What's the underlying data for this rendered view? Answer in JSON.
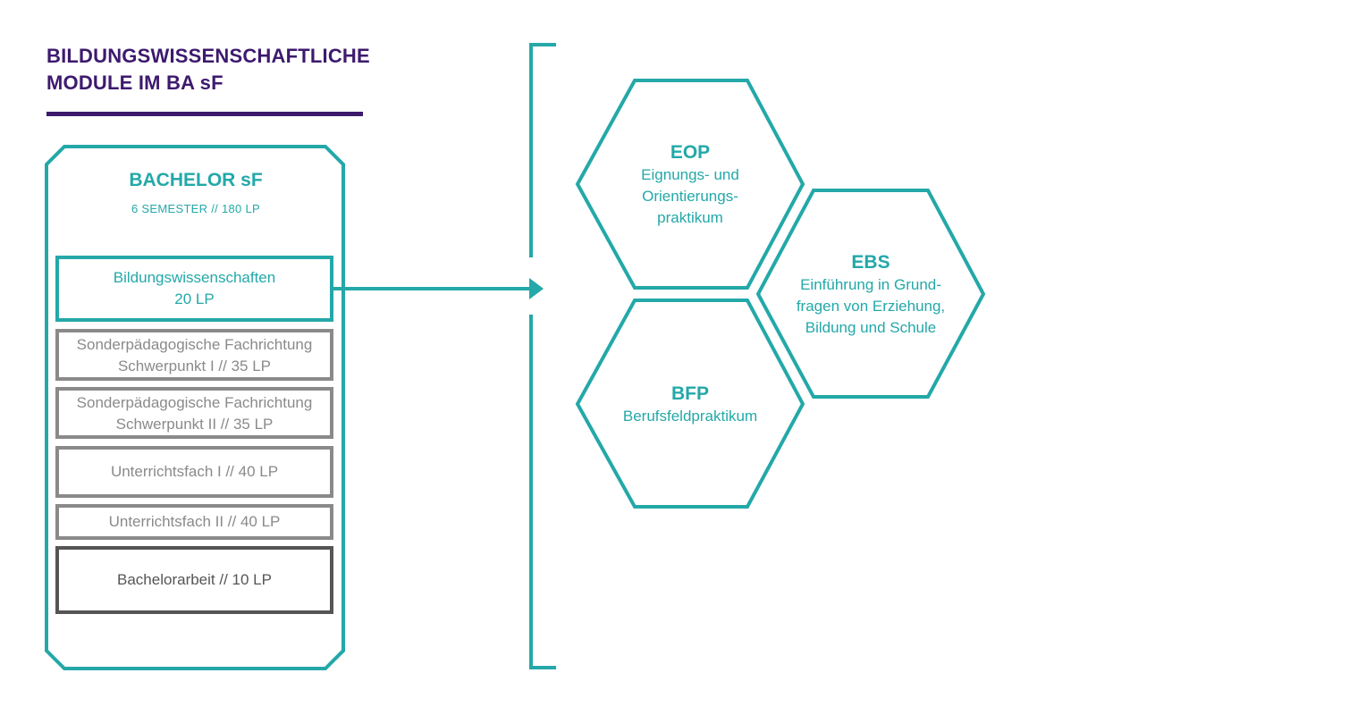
{
  "title": {
    "line1": "BILDUNGSWISSENSCHAFTLICHE",
    "line2": "MODULE IM BA sF"
  },
  "bachelor": {
    "title": "BACHELOR sF",
    "subtitle": "6 SEMESTER // 180 LP",
    "modules": [
      {
        "line1": "Bildungswissenschaften",
        "line2": "20 LP",
        "style": "highlight"
      },
      {
        "line1": "Sonderpädagogische Fachrichtung",
        "line2": "Schwerpunkt I // 35 LP",
        "style": "grey"
      },
      {
        "line1": "Sonderpädagogische Fachrichtung",
        "line2": "Schwerpunkt II // 35 LP",
        "style": "grey"
      },
      {
        "line1": "Unterrichtsfach I // 40 LP",
        "style": "grey"
      },
      {
        "line1": "Unterrichtsfach II // 40 LP",
        "style": "grey"
      },
      {
        "line1": "Bachelorarbeit // 10 LP",
        "style": "dark"
      }
    ]
  },
  "hexagons": {
    "eop": {
      "title": "EOP",
      "lines": [
        "Eignungs- und",
        "Orientierungs-",
        "praktikum"
      ]
    },
    "ebs": {
      "title": "EBS",
      "lines": [
        "Einführung in Grund-",
        "fragen von Erziehung,",
        "Bildung und Schule"
      ]
    },
    "bfp": {
      "title": "BFP",
      "lines": [
        "Berufsfeldpraktikum"
      ]
    }
  },
  "colors": {
    "teal": "#24a8a8",
    "purple": "#3d1a6e",
    "grey": "#8a8a8a",
    "dark": "#555555"
  }
}
